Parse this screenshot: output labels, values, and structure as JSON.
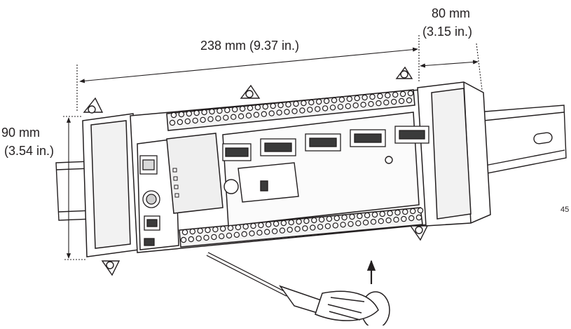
{
  "dimensions": {
    "length": {
      "value": "238 mm (9.37 in.)"
    },
    "width_mm": "80 mm",
    "width_in": "(3.15 in.)",
    "height_mm": "90 mm",
    "height_in": "(3.54 in.)"
  },
  "figure_number": "45",
  "colors": {
    "line": "#231f20",
    "fill": "#ffffff",
    "shade": "#e6e6e6",
    "dark": "#3a3a3a"
  },
  "icons": [
    "screwdriver",
    "arrow-up",
    "din-rail",
    "plc-controller"
  ]
}
